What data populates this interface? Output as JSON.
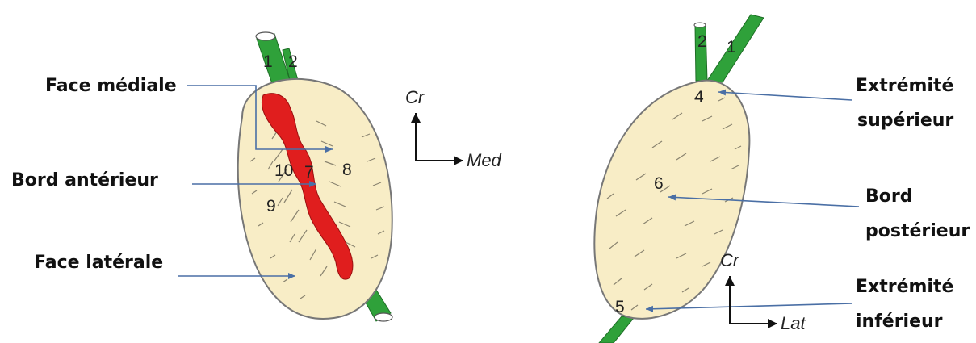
{
  "colors": {
    "organ_fill": "#F8EDC6",
    "organ_stroke": "#777777",
    "vessel_green": "#2FA13A",
    "hilum_red": "#E01E1E",
    "pointer_blue": "#4A6FA5"
  },
  "left_view": {
    "labels": {
      "face_mediale": "Face médiale",
      "bord_anterieur": "Bord antérieur",
      "face_laterale": "Face latérale"
    },
    "numbers": {
      "n1": "1",
      "n2": "2",
      "n7": "7",
      "n8": "8",
      "n9": "9",
      "n10": "10"
    },
    "axis": {
      "vertical": "Cr",
      "horizontal": "Med"
    }
  },
  "right_view": {
    "labels": {
      "extremite_superieur_1": "Extrémité",
      "extremite_superieur_2": "supérieur",
      "bord_posterieur_1": "Bord",
      "bord_posterieur_2": "postérieur",
      "extremite_inferieur_1": "Extrémité",
      "extremite_inferieur_2": "inférieur"
    },
    "numbers": {
      "n1": "1",
      "n2": "2",
      "n4": "4",
      "n5": "5",
      "n6": "6"
    },
    "axis": {
      "vertical": "Cr",
      "horizontal": "Lat"
    }
  }
}
